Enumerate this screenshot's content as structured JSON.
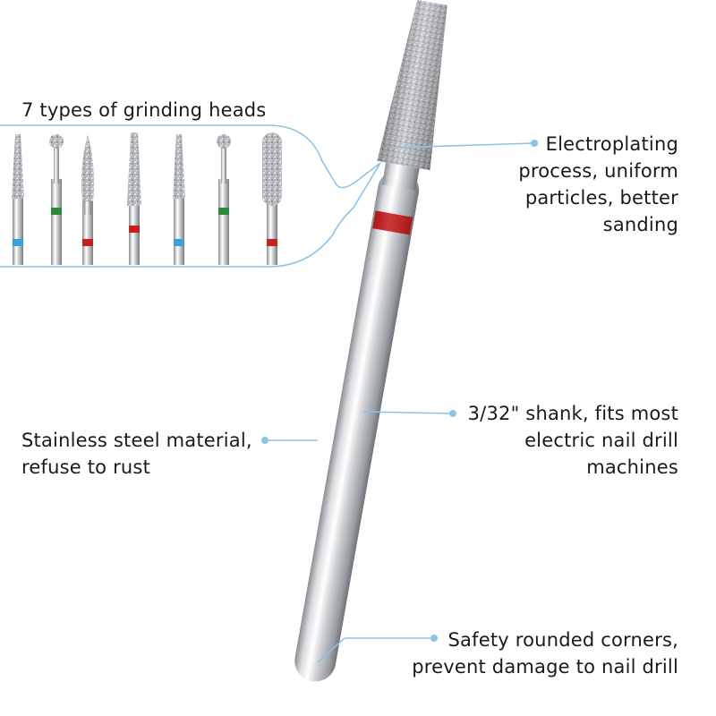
{
  "heads_title": "7 types of grinding heads",
  "callouts": {
    "electroplating": [
      "Electroplating",
      "process, uniform",
      "particles, better",
      "sanding"
    ],
    "shank": [
      "3/32\" shank, fits most",
      "electric nail drill",
      "machines"
    ],
    "steel": [
      "Stainless steel material,",
      "refuse to rust"
    ],
    "safety": [
      "Safety rounded corners,",
      "prevent damage to nail drill"
    ]
  },
  "grinding_heads": [
    {
      "shape": "tapered",
      "band_color": "#3aa0d8"
    },
    {
      "shape": "ball",
      "band_color": "#2a8a3a"
    },
    {
      "shape": "flame",
      "band_color": "#c42020"
    },
    {
      "shape": "tapered-long",
      "band_color": "#c42020"
    },
    {
      "shape": "tapered",
      "band_color": "#3aa0d8"
    },
    {
      "shape": "ball",
      "band_color": "#2a8a3a"
    },
    {
      "shape": "barrel",
      "band_color": "#c42020"
    }
  ],
  "colors": {
    "accent_line": "#8cc4e8",
    "text": "#1a1a1a",
    "main_band": "#c41a1a"
  }
}
